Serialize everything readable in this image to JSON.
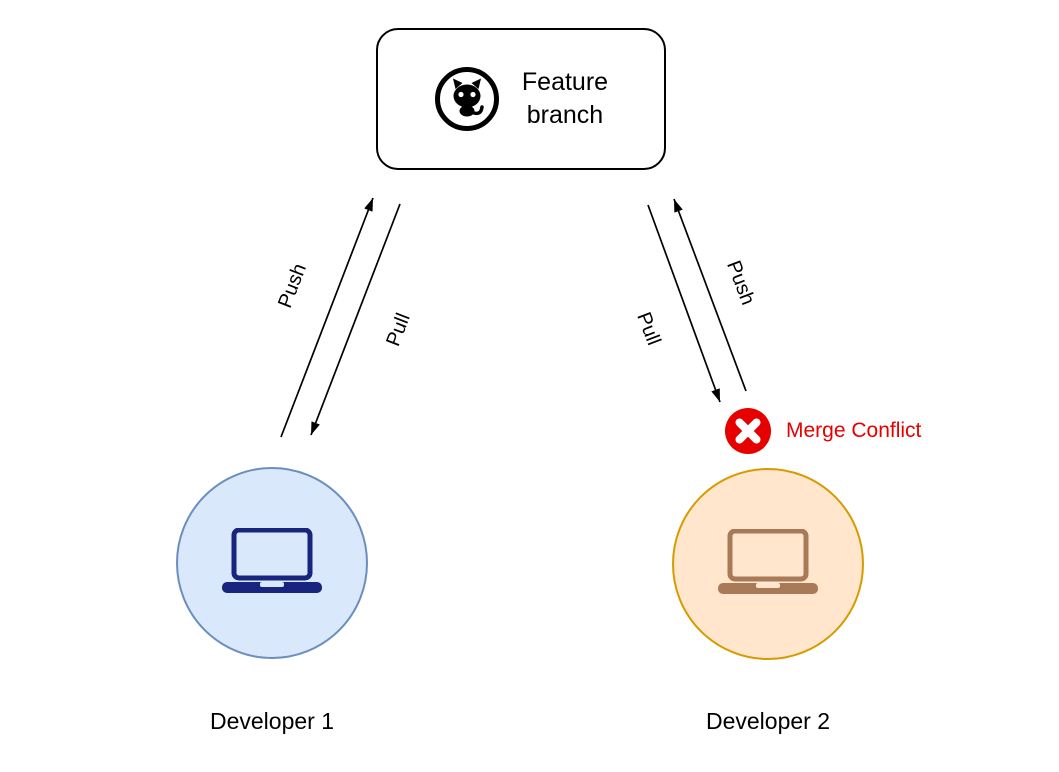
{
  "diagram": {
    "background": "#ffffff",
    "arrow_color": "#000000",
    "feature_branch": {
      "label_line1": "Feature",
      "label_line2": "branch",
      "border_color": "#000000",
      "icon": "github-octocat-icon"
    },
    "edges": {
      "left_push": "Push",
      "left_pull": "Pull",
      "right_push": "Push",
      "right_pull": "Pull"
    },
    "developer1": {
      "label": "Developer 1",
      "circle_fill": "#dae8fc",
      "circle_stroke": "#6c8ebf",
      "laptop_color": "#17257e",
      "icon": "laptop-icon"
    },
    "developer2": {
      "label": "Developer 2",
      "circle_fill": "#ffe6cc",
      "circle_stroke": "#d79b00",
      "laptop_color": "#a87a58",
      "icon": "laptop-icon"
    },
    "merge_conflict": {
      "label": "Merge Conflict",
      "text_color": "#e60000",
      "icon_color": "#e60000",
      "icon": "error-cross-icon"
    }
  }
}
